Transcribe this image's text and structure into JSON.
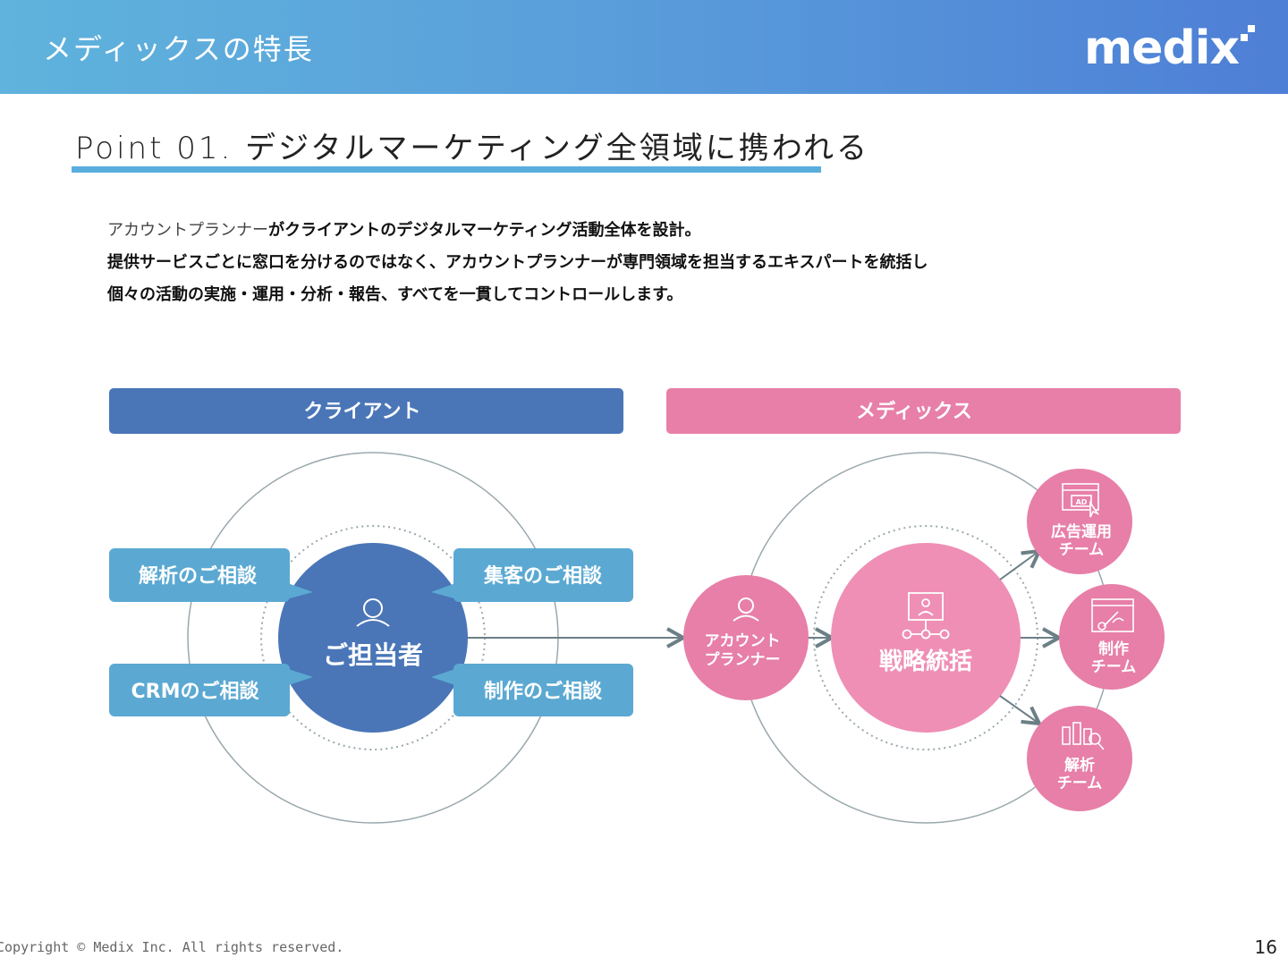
{
  "header": {
    "title": "メディックスの特長",
    "logo_text": "medix"
  },
  "point": {
    "title": "Point 01. デジタルマーケティング全領域に携われる"
  },
  "description": {
    "line1_light": "アカウントプランナー",
    "line1_bold": "がクライアントのデジタルマーケティング活動全体を設計。",
    "line2": "提供サービスごとに窓口を分けるのではなく、アカウントプランナーが専門領域を担当するエキスパートを統括し",
    "line3": "個々の活動の実施・運用・分析・報告、すべてを一貫してコントロールします。"
  },
  "diagram": {
    "client_header": "クライアント",
    "medix_header": "メディックス",
    "client_center": "ご担当者",
    "consult_analysis": "解析のご相談",
    "consult_acquisition": "集客のご相談",
    "consult_crm": "CRMのご相談",
    "consult_production": "制作のご相談",
    "planner_line1": "アカウント",
    "planner_line2": "プランナー",
    "strategy": "戦略統括",
    "ad_team_line1": "広告運用",
    "ad_team_line2": "チーム",
    "ad_icon_text": "AD",
    "prod_team_line1": "制作",
    "prod_team_line2": "チーム",
    "analysis_team_line1": "解析",
    "analysis_team_line2": "チーム",
    "colors": {
      "client_blue": "#4a76b8",
      "consult_blue": "#5ba9d2",
      "medix_pink": "#e77fa8",
      "strategy_pink": "#ef8fb5",
      "ring": "#9aa8ad"
    }
  },
  "footer": {
    "copyright": "Copyright © Medix Inc. All rights reserved.",
    "page": "16"
  }
}
